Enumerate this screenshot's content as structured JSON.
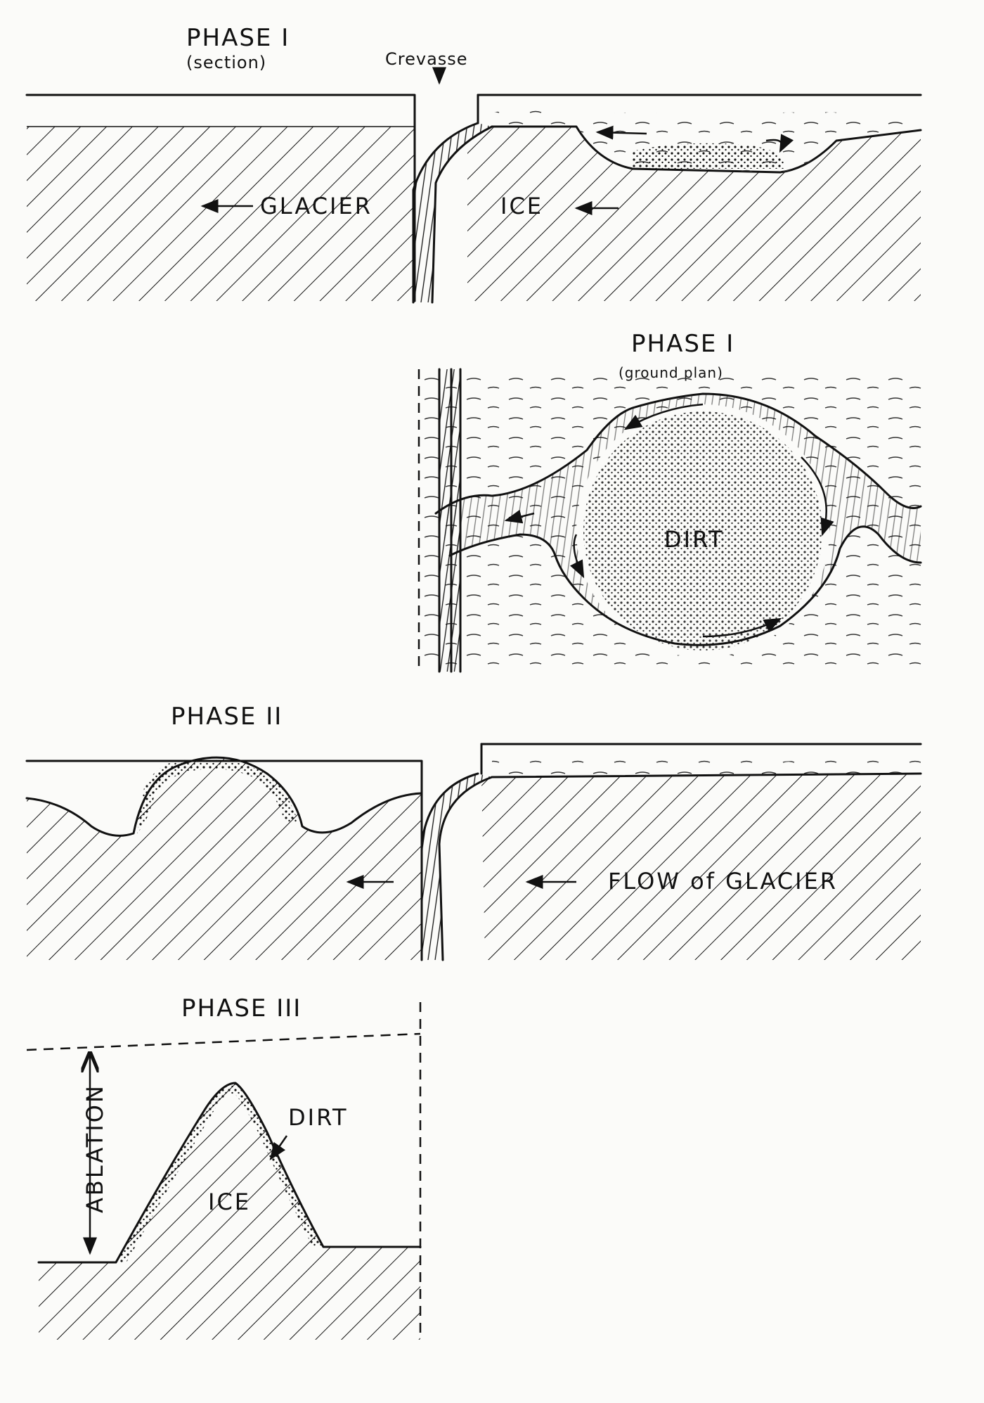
{
  "panels": {
    "phase1_section": {
      "title": "PHASE I",
      "subtitle": "(section)",
      "crevasse_label": "Crevasse",
      "glacier_label": "GLACIER",
      "ice_label": "ICE"
    },
    "phase1_plan": {
      "title": "PHASE I",
      "subtitle": "(ground plan)",
      "dirt_label": "DIRT"
    },
    "phase2": {
      "title": "PHASE II",
      "flow_label": "FLOW of GLACIER"
    },
    "phase3": {
      "title": "PHASE III",
      "ablation_label": "ABLATION",
      "dirt_label": "DIRT",
      "ice_label": "ICE"
    }
  }
}
